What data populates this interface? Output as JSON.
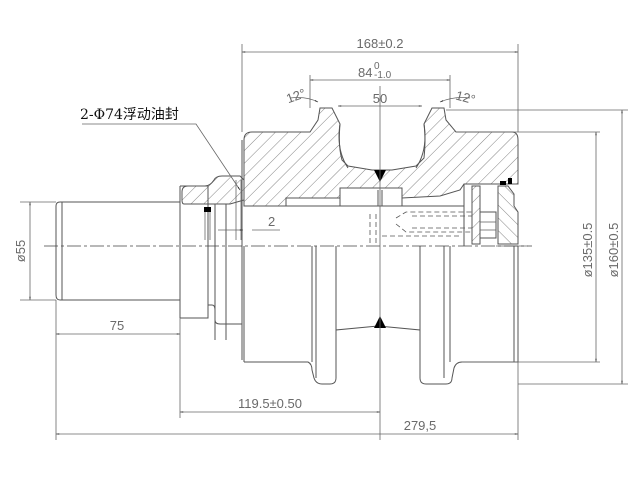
{
  "drawing": {
    "title": "Track roller cross-section",
    "callout": {
      "label": "2-Φ74浮动油封"
    },
    "dimensions": {
      "overall_body_width": "168±0.2",
      "flange_span": {
        "base": "84",
        "upper_tol": "0",
        "lower_tol": "-1.0"
      },
      "tread_width": "50",
      "flange_angle_left": "12°",
      "flange_angle_right": "12°",
      "seal_gap": "2",
      "shaft_diameter": "ø55",
      "shaft_length": "75",
      "tread_diameter": "ø135±0.5",
      "flange_diameter": "ø160±0.5",
      "half_length": "119.5±0.50",
      "overall_length": "279,5"
    },
    "colors": {
      "line": "#555555",
      "dim_text": "#6a6a6a",
      "label": "#111111"
    }
  }
}
